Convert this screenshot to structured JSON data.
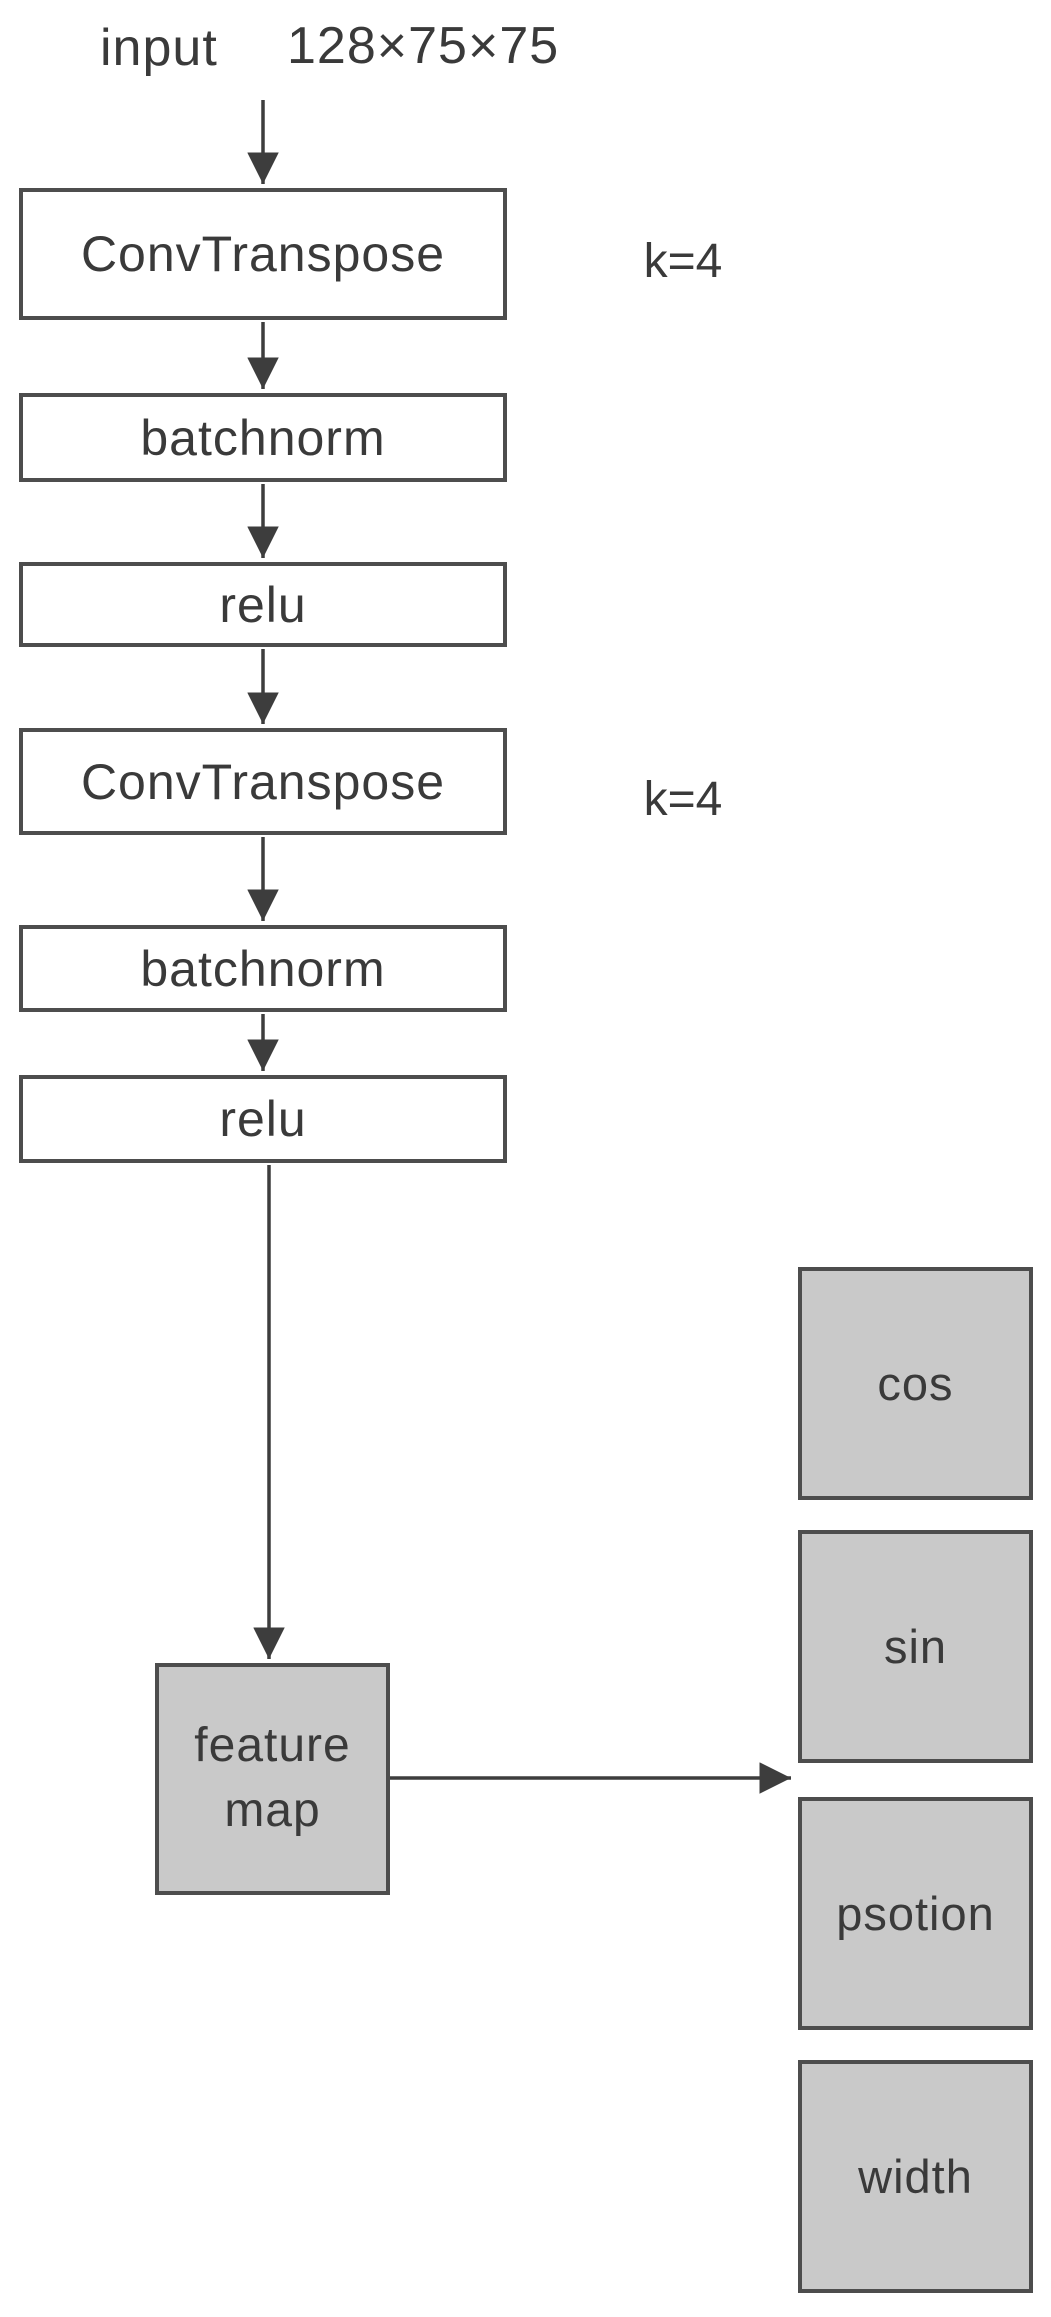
{
  "diagram": {
    "input": {
      "label": "input",
      "dims": "128×75×75"
    },
    "layers": [
      {
        "label": "ConvTranspose",
        "annotation": "k=4"
      },
      {
        "label": "batchnorm",
        "annotation": ""
      },
      {
        "label": "relu",
        "annotation": ""
      },
      {
        "label": "ConvTranspose",
        "annotation": "k=4"
      },
      {
        "label": "batchnorm",
        "annotation": ""
      },
      {
        "label": "relu",
        "annotation": ""
      }
    ],
    "feature_map": {
      "line1": "feature",
      "line2": "map"
    },
    "outputs": [
      {
        "label": "cos"
      },
      {
        "label": "sin"
      },
      {
        "label": "psotion"
      },
      {
        "label": "width"
      }
    ],
    "colors": {
      "background": "#ffffff",
      "box_border": "#4d4d4d",
      "white_box_fill": "#ffffff",
      "gray_box_fill": "#c9c9c9",
      "arrow": "#3d3d3d",
      "text": "#3a3a3a"
    }
  }
}
